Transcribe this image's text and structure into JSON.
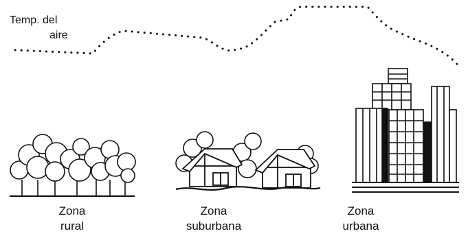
{
  "temperature_label": {
    "line1": "Temp. del",
    "line2": "aire"
  },
  "zones": [
    {
      "line1": "Zona",
      "line2": "rural"
    },
    {
      "line1": "Zona",
      "line2": "suburbana"
    },
    {
      "line1": "Zona",
      "line2": "urbana"
    }
  ],
  "colors": {
    "ink": "#111111",
    "background": "#ffffff"
  }
}
